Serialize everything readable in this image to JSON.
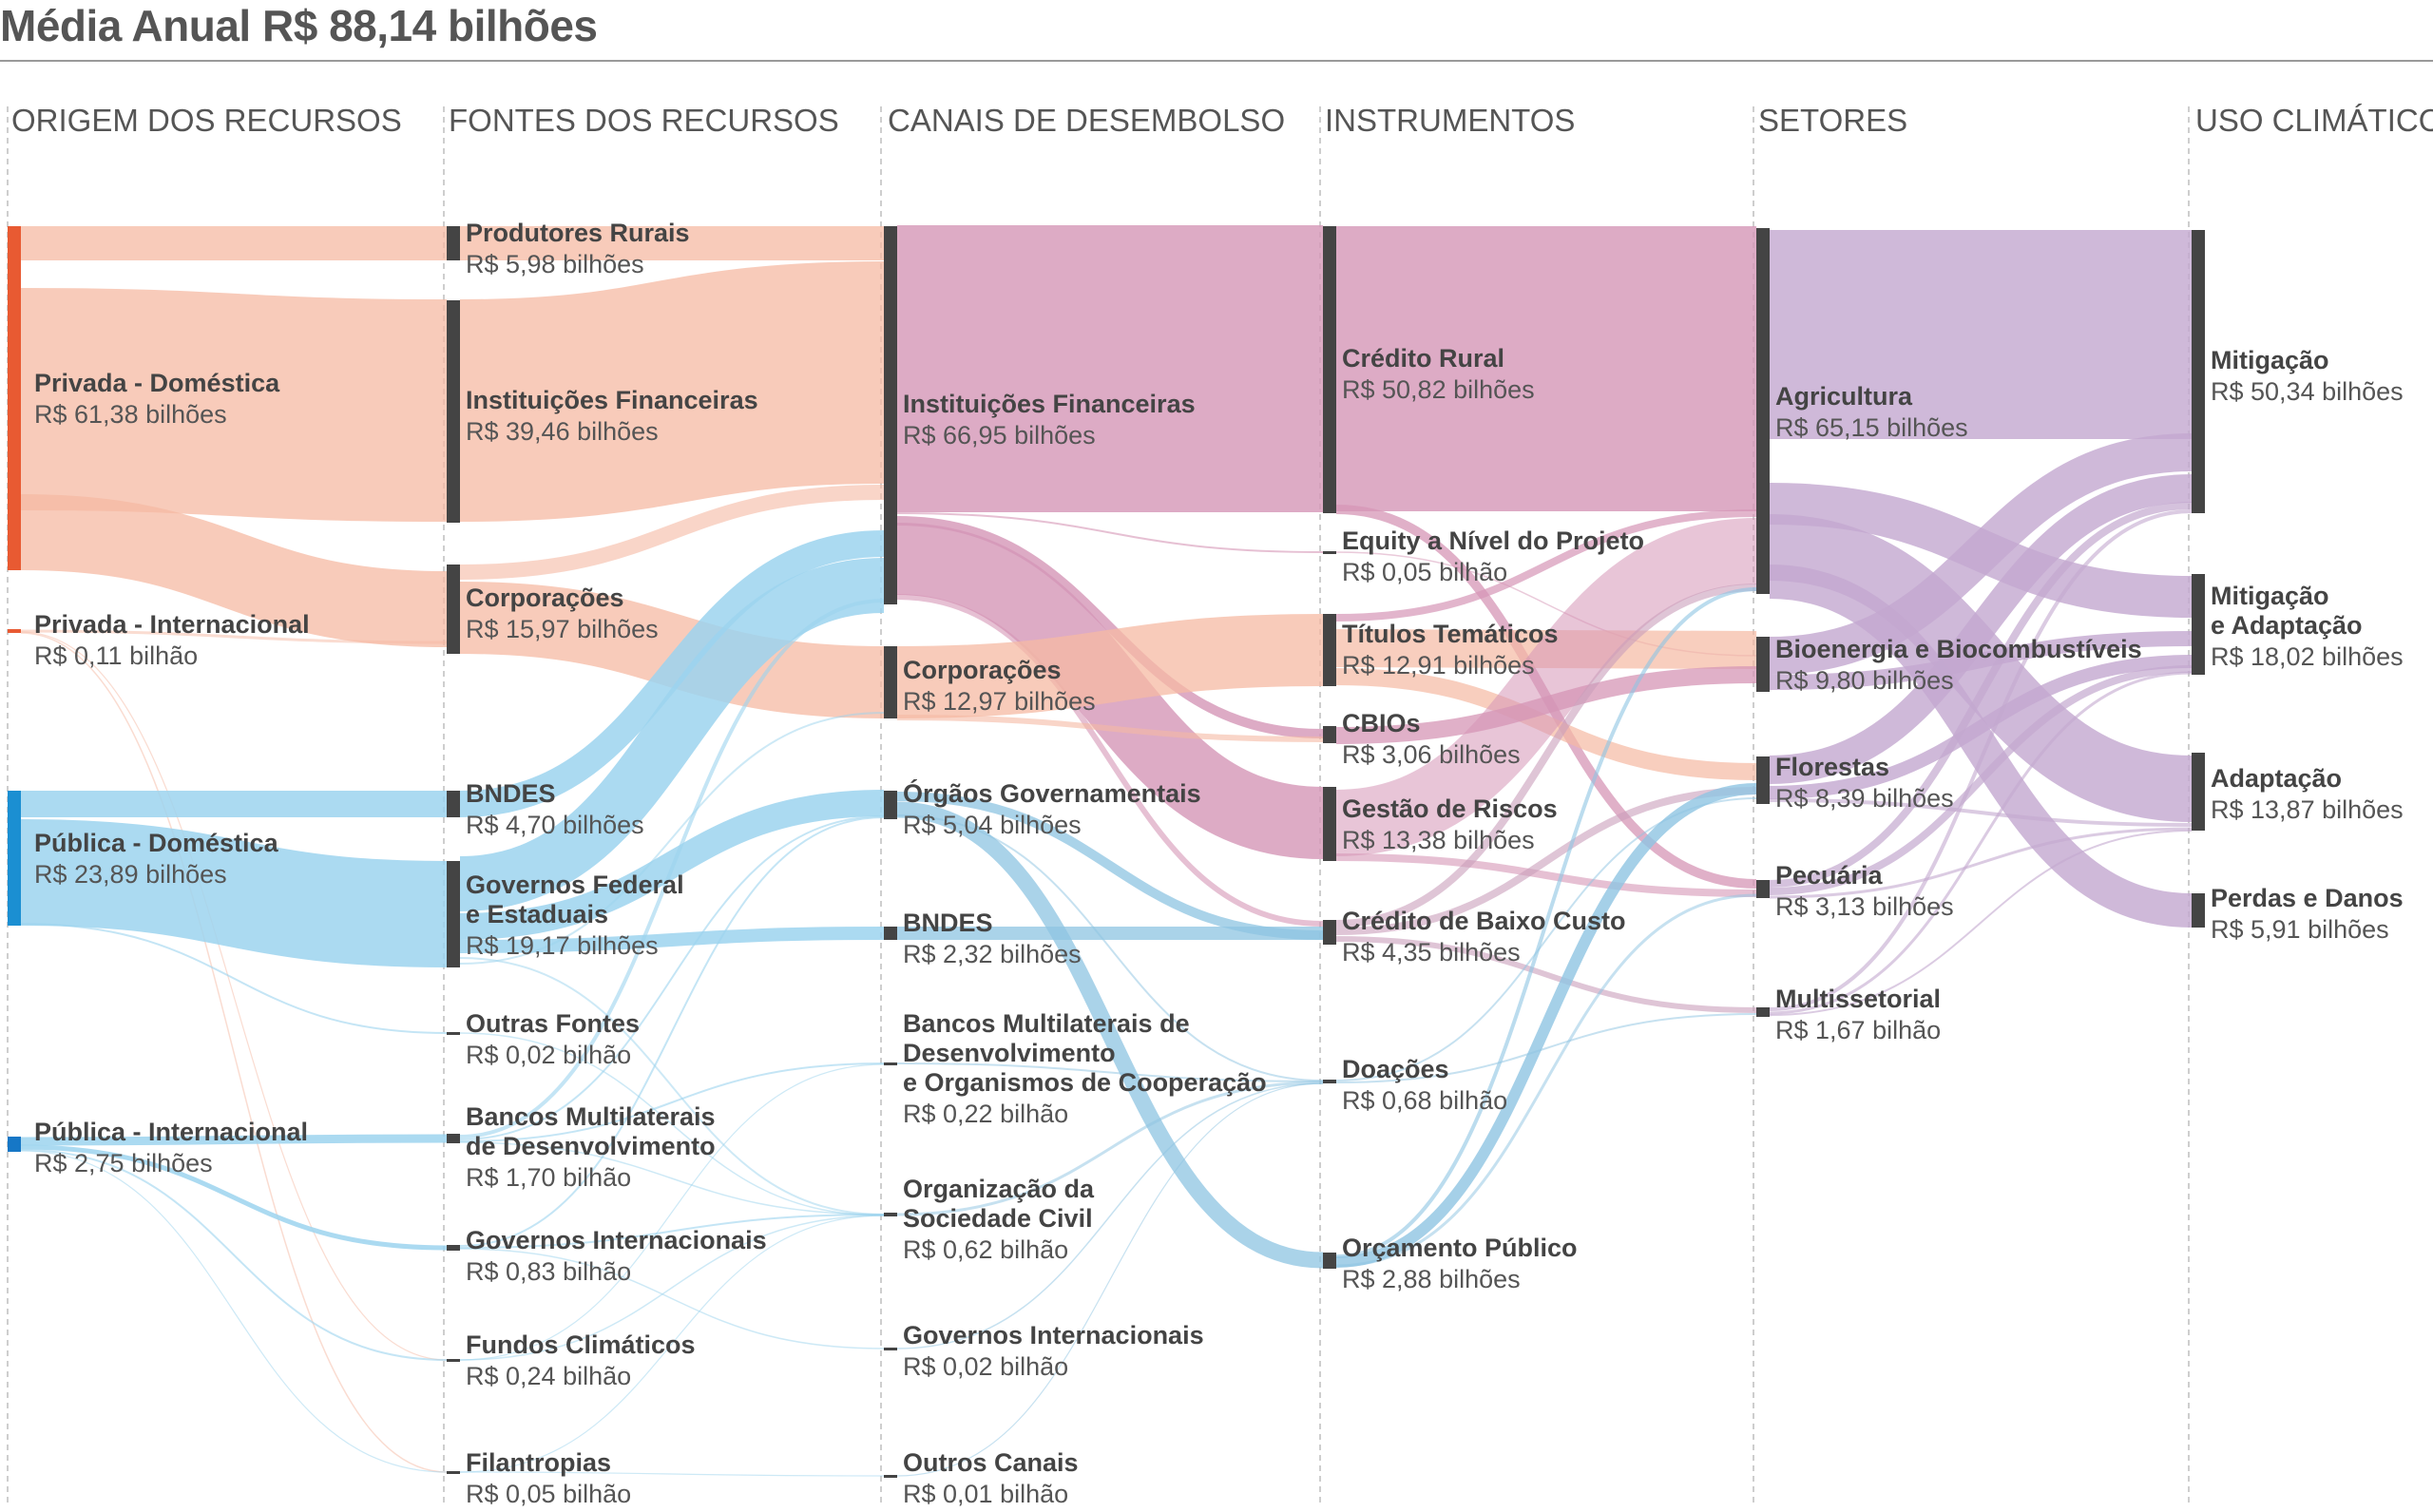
{
  "title": "Média Anual R$ 88,14 bilhões",
  "columns": [
    {
      "id": "origem",
      "label": "ORIGEM DOS RECURSOS"
    },
    {
      "id": "fontes",
      "label": "FONTES DOS RECURSOS"
    },
    {
      "id": "canais",
      "label": "CANAIS DE DESEMBOLSO"
    },
    {
      "id": "instrumentos",
      "label": "INSTRUMENTOS"
    },
    {
      "id": "setores",
      "label": "SETORES"
    },
    {
      "id": "uso",
      "label": "USO CLIMÁTICO"
    }
  ],
  "colors": {
    "privada": "#f5b9a3",
    "publica": "#9cd3ee",
    "canais": "#d596b6",
    "setores": "#c3a8cf",
    "instr_mix": "#c99fba",
    "instr_public": "#8ec4e2",
    "bar": "#444444",
    "privada_bar": "#e85a32",
    "publica_bar": "#1b8fd2",
    "publica_intl_bar": "#1677c6"
  },
  "nodes": [
    {
      "id": "o_priv_dom",
      "col": 0,
      "label": "Privada - Doméstica",
      "value": "R$ 61,38 bilhões"
    },
    {
      "id": "o_priv_int",
      "col": 0,
      "label": "Privada - Internacional",
      "value": "R$ 0,11 bilhão"
    },
    {
      "id": "o_pub_dom",
      "col": 0,
      "label": "Pública - Doméstica",
      "value": "R$ 23,89 bilhões"
    },
    {
      "id": "o_pub_int",
      "col": 0,
      "label": "Pública - Internacional",
      "value": "R$ 2,75 bilhões"
    },
    {
      "id": "f_prod",
      "col": 1,
      "label": "Produtores Rurais",
      "value": "R$ 5,98 bilhões"
    },
    {
      "id": "f_inst",
      "col": 1,
      "label": "Instituições Financeiras",
      "value": "R$ 39,46 bilhões"
    },
    {
      "id": "f_corp",
      "col": 1,
      "label": "Corporações",
      "value": "R$ 15,97 bilhões"
    },
    {
      "id": "f_bndes",
      "col": 1,
      "label": "BNDES",
      "value": "R$ 4,70 bilhões"
    },
    {
      "id": "f_gov",
      "col": 1,
      "label": "Governos Federal\ne Estaduais",
      "value": "R$ 19,17 bilhões"
    },
    {
      "id": "f_outras",
      "col": 1,
      "label": "Outras Fontes",
      "value": "R$ 0,02 bilhão"
    },
    {
      "id": "f_bmd",
      "col": 1,
      "label": "Bancos Multilaterais\nde Desenvolvimento",
      "value": "R$ 1,70 bilhão"
    },
    {
      "id": "f_govint",
      "col": 1,
      "label": "Governos Internacionais",
      "value": "R$ 0,83 bilhão"
    },
    {
      "id": "f_fundos",
      "col": 1,
      "label": "Fundos Climáticos",
      "value": "R$ 0,24 bilhão"
    },
    {
      "id": "f_filan",
      "col": 1,
      "label": "Filantropias",
      "value": "R$ 0,05 bilhão"
    },
    {
      "id": "c_inst",
      "col": 2,
      "label": "Instituições Financeiras",
      "value": "R$ 66,95 bilhões"
    },
    {
      "id": "c_corp",
      "col": 2,
      "label": "Corporações",
      "value": "R$ 12,97 bilhões"
    },
    {
      "id": "c_orgaos",
      "col": 2,
      "label": "Órgãos Governamentais",
      "value": "R$ 5,04 bilhões"
    },
    {
      "id": "c_bndes",
      "col": 2,
      "label": "BNDES",
      "value": "R$ 2,32 bilhões"
    },
    {
      "id": "c_bmd",
      "col": 2,
      "label": "Bancos Multilaterais de\nDesenvolvimento\ne Organismos de Cooperação",
      "value": "R$ 0,22 bilhão"
    },
    {
      "id": "c_osc",
      "col": 2,
      "label": "Organização da\nSociedade Civil",
      "value": "R$ 0,62 bilhão"
    },
    {
      "id": "c_govint",
      "col": 2,
      "label": "Governos Internacionais",
      "value": "R$ 0,02 bilhão"
    },
    {
      "id": "c_outros",
      "col": 2,
      "label": "Outros Canais",
      "value": "R$ 0,01 bilhão"
    },
    {
      "id": "i_rural",
      "col": 3,
      "label": "Crédito Rural",
      "value": "R$ 50,82 bilhões"
    },
    {
      "id": "i_equity",
      "col": 3,
      "label": "Equity a Nível do Projeto",
      "value": "R$ 0,05 bilhão"
    },
    {
      "id": "i_titulos",
      "col": 3,
      "label": "Títulos Temáticos",
      "value": "R$ 12,91 bilhões"
    },
    {
      "id": "i_cbios",
      "col": 3,
      "label": "CBIOs",
      "value": "R$ 3,06 bilhões"
    },
    {
      "id": "i_riscos",
      "col": 3,
      "label": "Gestão de Riscos",
      "value": "R$ 13,38 bilhões"
    },
    {
      "id": "i_baixo",
      "col": 3,
      "label": "Crédito de Baixo Custo",
      "value": "R$ 4,35 bilhões"
    },
    {
      "id": "i_doacoes",
      "col": 3,
      "label": "Doações",
      "value": "R$ 0,68 bilhão"
    },
    {
      "id": "i_orc",
      "col": 3,
      "label": "Orçamento Público",
      "value": "R$ 2,88 bilhões"
    },
    {
      "id": "s_agri",
      "col": 4,
      "label": "Agricultura",
      "value": "R$ 65,15 bilhões"
    },
    {
      "id": "s_bio",
      "col": 4,
      "label": "Bioenergia e Biocombustíveis",
      "value": "R$ 9,80 bilhões"
    },
    {
      "id": "s_flor",
      "col": 4,
      "label": "Florestas",
      "value": "R$ 8,39 bilhões"
    },
    {
      "id": "s_pec",
      "col": 4,
      "label": "Pecuária",
      "value": "R$ 3,13 bilhões"
    },
    {
      "id": "s_multi",
      "col": 4,
      "label": "Multissetorial",
      "value": "R$ 1,67 bilhão"
    },
    {
      "id": "u_mit",
      "col": 5,
      "label": "Mitigação",
      "value": "R$ 50,34 bilhões"
    },
    {
      "id": "u_mitad",
      "col": 5,
      "label": "Mitigação\ne Adaptação",
      "value": "R$ 18,02 bilhões"
    },
    {
      "id": "u_adap",
      "col": 5,
      "label": "Adaptação",
      "value": "R$ 13,87 bilhões"
    },
    {
      "id": "u_perdas",
      "col": 5,
      "label": "Perdas e Danos",
      "value": "R$ 5,91 bilhões"
    }
  ]
}
